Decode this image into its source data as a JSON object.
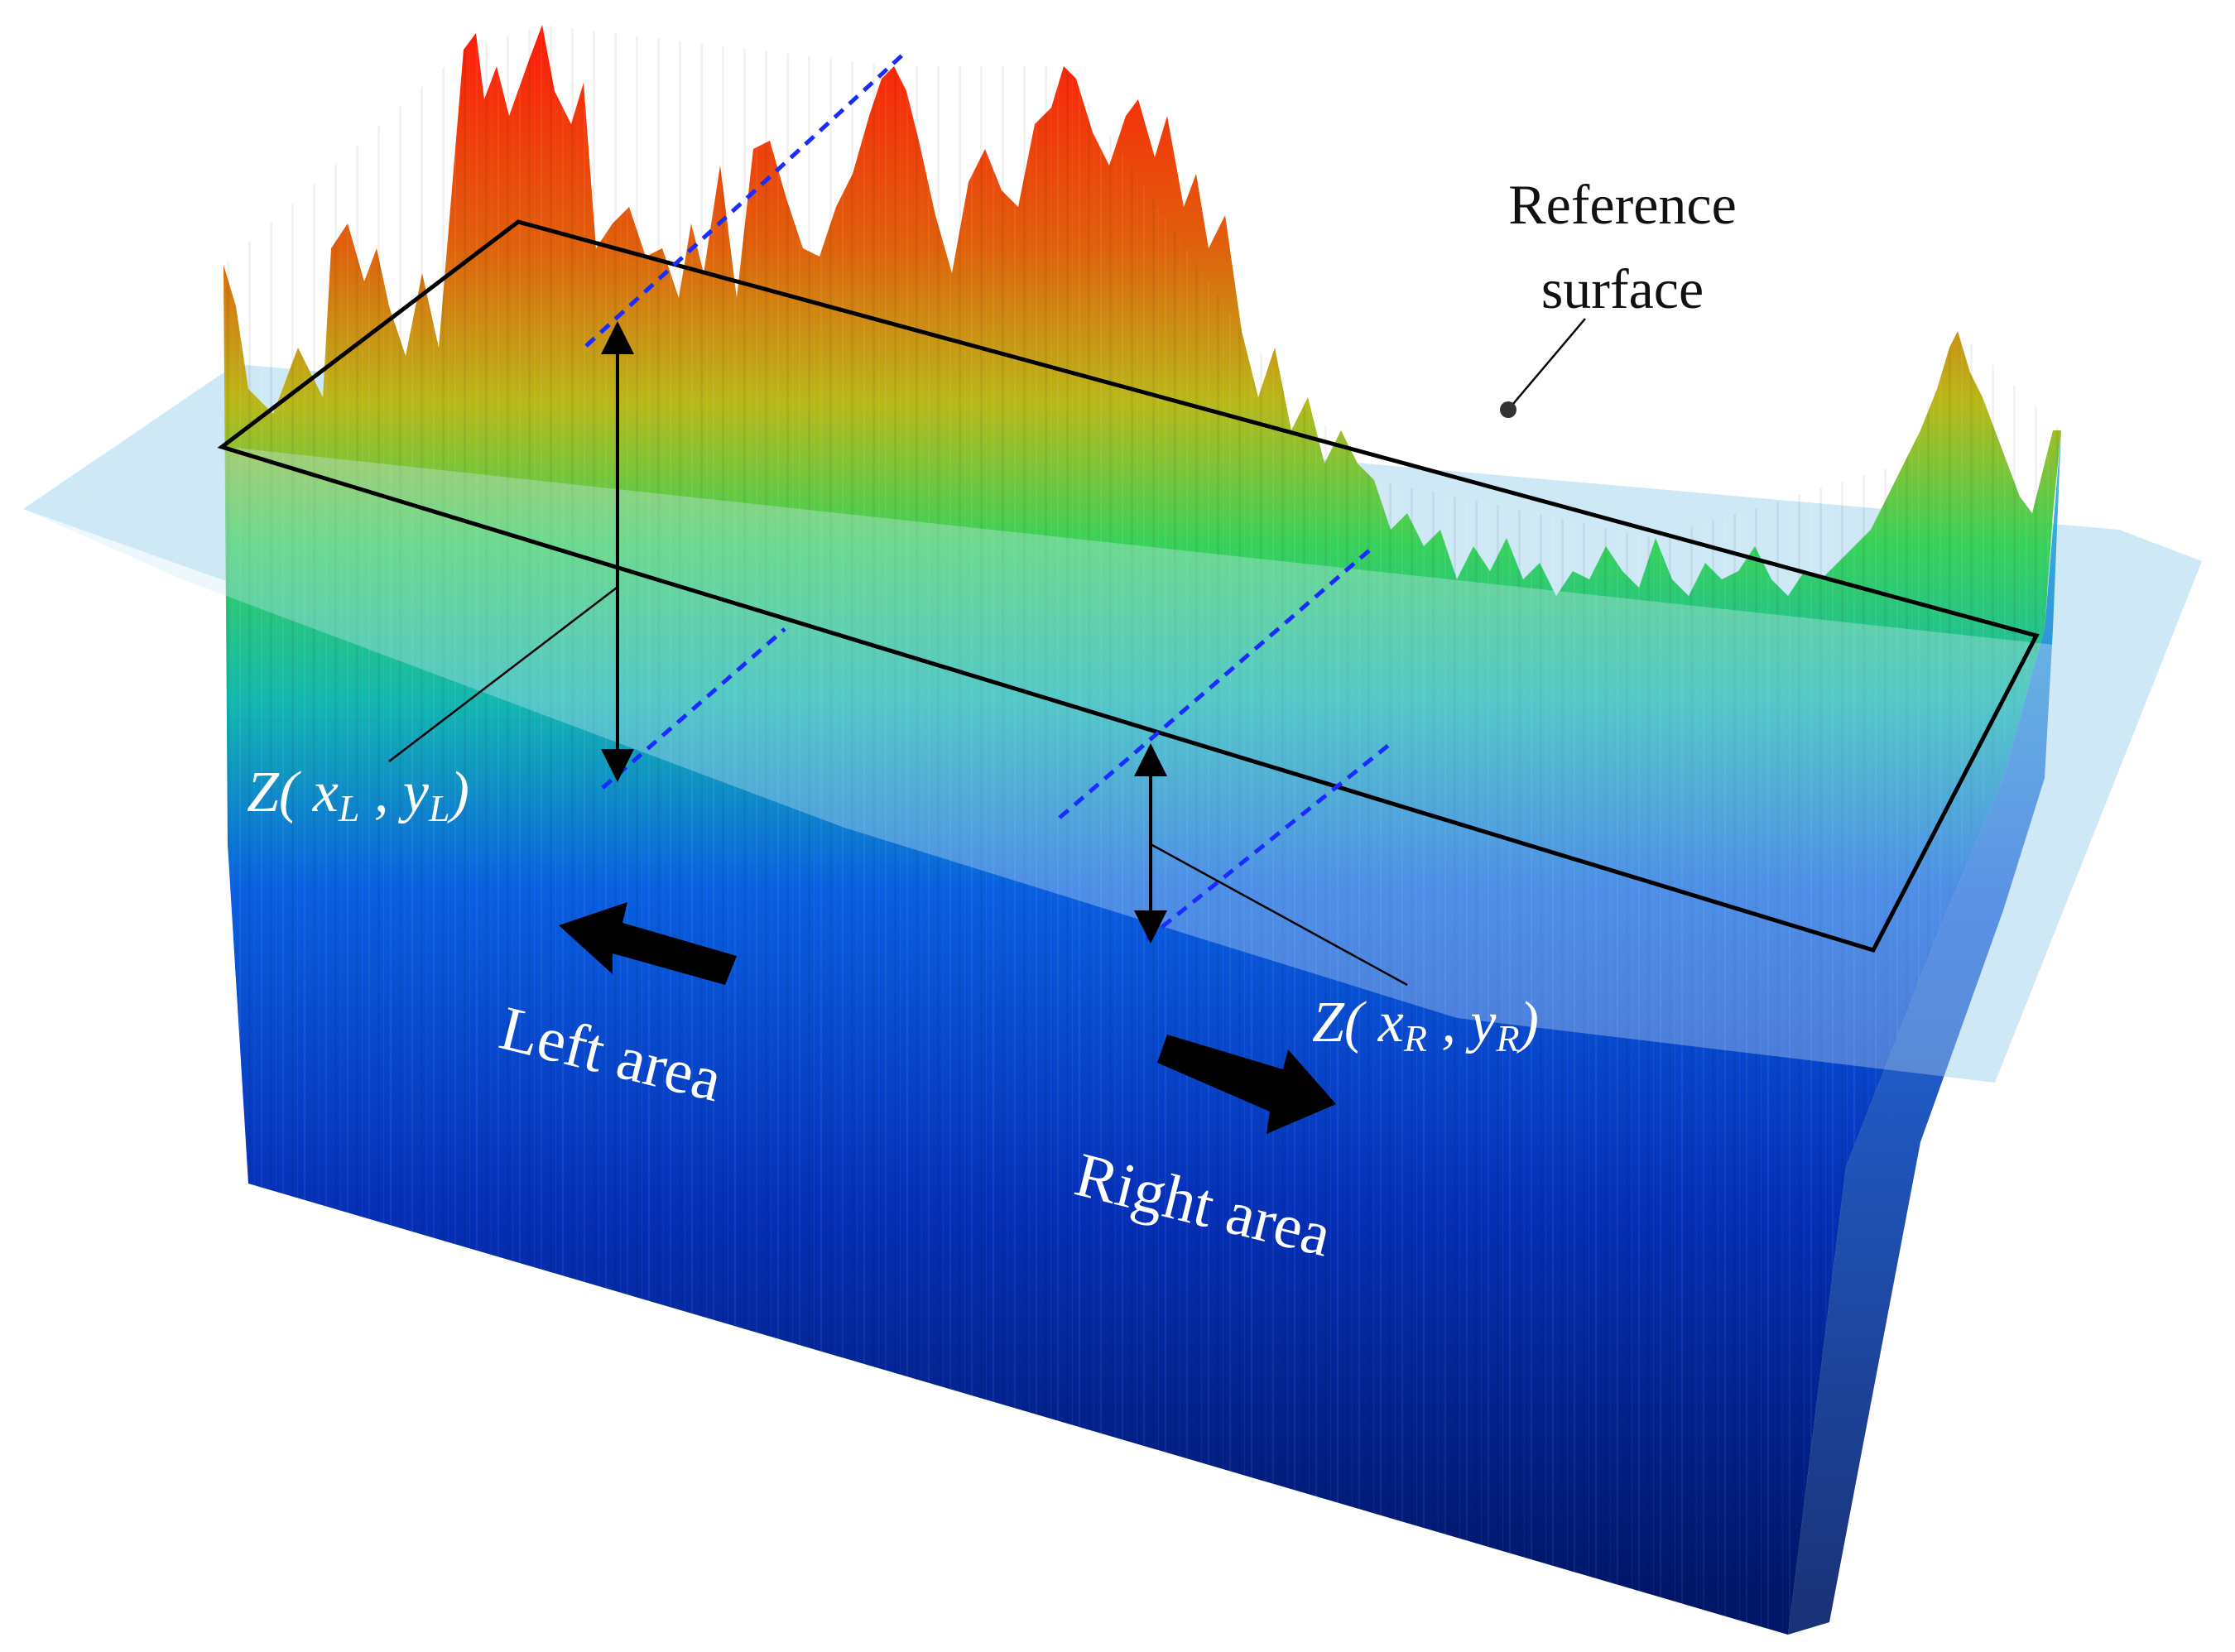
{
  "labels": {
    "reference_line1": "Reference",
    "reference_line2": "surface",
    "z_left": {
      "main": "Z( x",
      "sub1": "L",
      "mid": " , y",
      "sub2": "L",
      "end": ")"
    },
    "z_right": {
      "main": "Z( x",
      "sub1": "R",
      "mid": " , y",
      "sub2": "R",
      "end": ")"
    },
    "left_area": "Left area",
    "right_area": "Right area"
  },
  "colors": {
    "reference_plane": "#bfe0f2",
    "low": "#001a6e",
    "mid_low": "#0a4fd6",
    "mid": "#22d27a",
    "mid_high": "#c9c21a",
    "high": "#ff1a0a",
    "outline": "#000000",
    "dashed_guide": "#1a2bff"
  }
}
